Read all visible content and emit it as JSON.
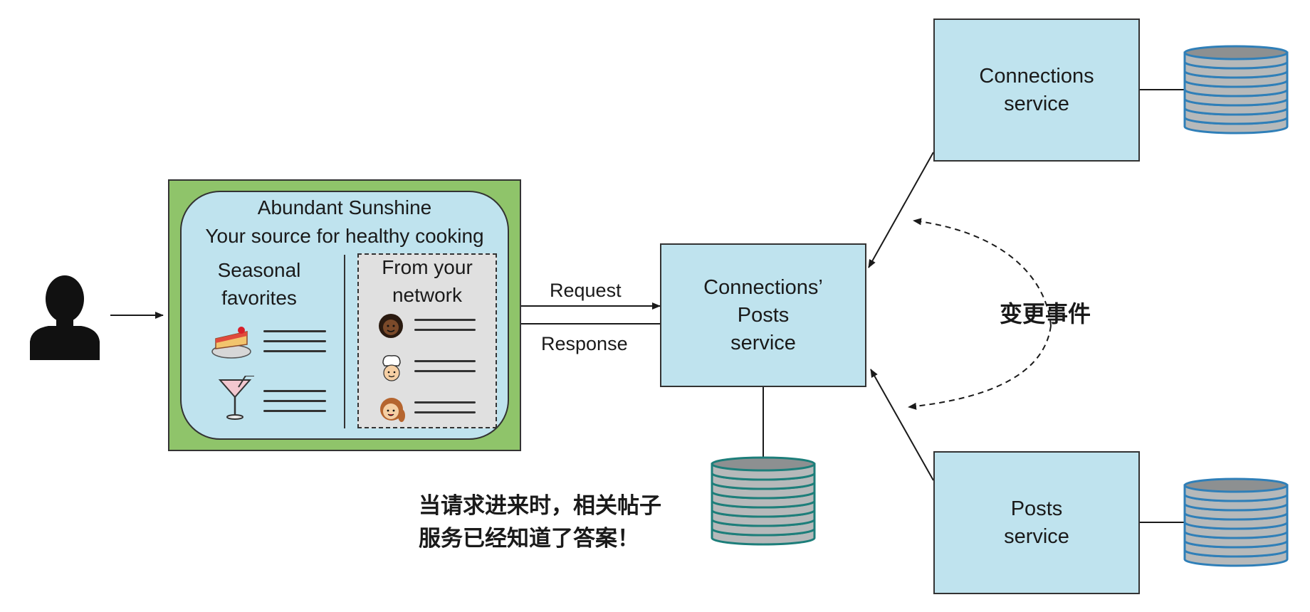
{
  "app": {
    "title": "Abundant Sunshine",
    "subtitle": "Your source for healthy cooking",
    "seasonal_label_line1": "Seasonal",
    "seasonal_label_line2": "favorites",
    "network_label_line1": "From your",
    "network_label_line2": "network"
  },
  "arrows": {
    "request": "Request",
    "response": "Response",
    "change_events": "变更事件"
  },
  "services": {
    "connections_posts": {
      "line1": "Connections’",
      "line2": "Posts",
      "line3": "service"
    },
    "connections": {
      "line1": "Connections",
      "line2": "service"
    },
    "posts": {
      "line1": "Posts",
      "line2": "service"
    }
  },
  "note": {
    "line1": "当请求进来时，相关帖子",
    "line2": "服务已经知道了答案！"
  },
  "icons": [
    "user-silhouette-icon",
    "cake-slice-icon",
    "cocktail-glass-icon",
    "avatar-curly-hair-icon",
    "chef-hat-avatar-icon",
    "avatar-ponytail-icon",
    "database-icon"
  ],
  "colors": {
    "service_fill": "#bfe3ee",
    "phone_frame": "#8fc46a",
    "network_panel": "#e0e0e0",
    "db_teal_stroke": "#1d7e7a",
    "db_blue_stroke": "#2f7fb8",
    "db_fill": "#b6b9ba"
  }
}
